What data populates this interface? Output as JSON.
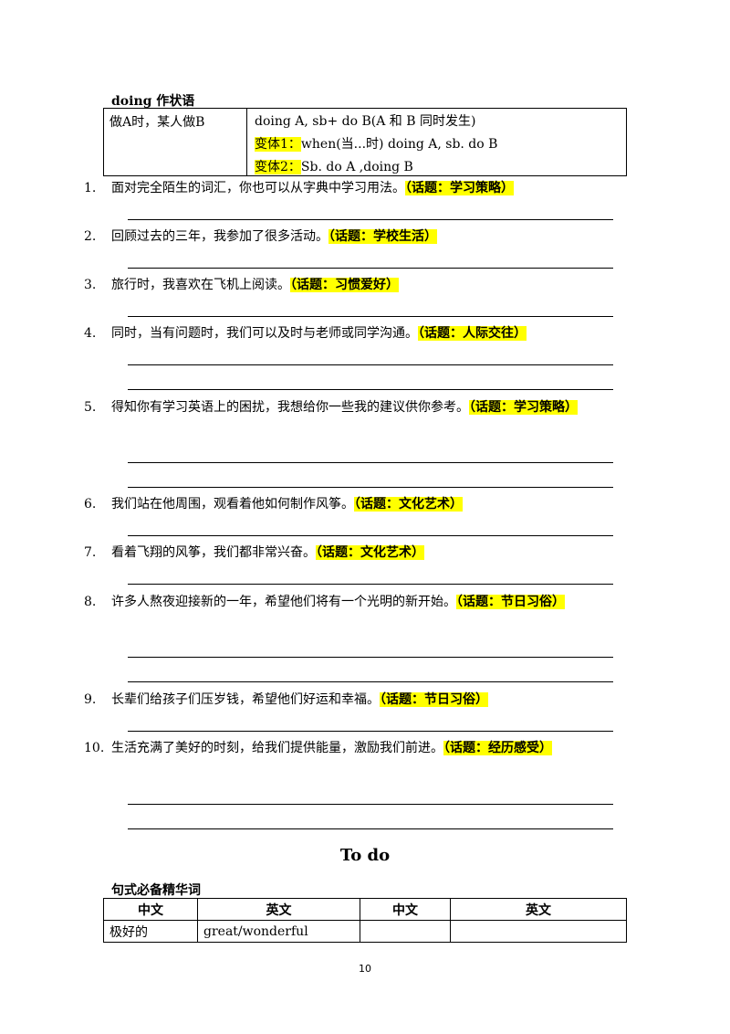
{
  "section1": {
    "heading": "doing 作状语",
    "table": {
      "left": "做A时，某人做B",
      "lines": [
        {
          "label": "",
          "text": "doing A, sb+ do B(A 和 B 同时发生)"
        },
        {
          "label": "变体1：",
          "text": "when(当...时) doing A, sb. do B"
        },
        {
          "label": "变体2：",
          "text": "Sb. do A ,doing B"
        }
      ]
    }
  },
  "questions": [
    {
      "num": "1.",
      "text": "面对完全陌生的词汇，你也可以从字典中学习用法。",
      "topic": "（话题：学习策略）"
    },
    {
      "num": "2.",
      "text": "回顾过去的三年，我参加了很多活动。",
      "topic": "（话题：学校生活）"
    },
    {
      "num": "3.",
      "text": "旅行时，我喜欢在飞机上阅读。",
      "topic": "（话题：习惯爱好）"
    },
    {
      "num": "4.",
      "text": "同时，当有问题时，我们可以及时与老师或同学沟通。",
      "topic": "（话题：人际交往）"
    },
    {
      "num": "5.",
      "text": "得知你有学习英语上的困扰，我想给你一些我的建议供你参考。",
      "topic": "（话题：学习策略）"
    },
    {
      "num": "6.",
      "text": "我们站在他周围，观看着他如何制作风筝。",
      "topic": "（话题：文化艺术）"
    },
    {
      "num": "7.",
      "text": "看着飞翔的风筝，我们都非常兴奋。",
      "topic": "（话题：文化艺术）"
    },
    {
      "num": "8.",
      "text": "许多人熬夜迎接新的一年，希望他们将有一个光明的新开始。",
      "topic": "（话题：节日习俗）"
    },
    {
      "num": "9.",
      "text": "长辈们给孩子们压岁钱，希望他们好运和幸福。",
      "topic": "（话题：节日习俗）"
    },
    {
      "num": "10.",
      "text": "生活充满了美好的时刻，给我们提供能量，激励我们前进。",
      "topic": "（话题：经历感受）"
    }
  ],
  "section2": {
    "title": "To do",
    "heading": "句式必备精华词",
    "table": {
      "headers": [
        "中文",
        "英文",
        "中文",
        "英文"
      ],
      "rows": [
        [
          "极好的",
          "great/wonderful",
          "",
          ""
        ]
      ]
    }
  },
  "page_number": "10"
}
